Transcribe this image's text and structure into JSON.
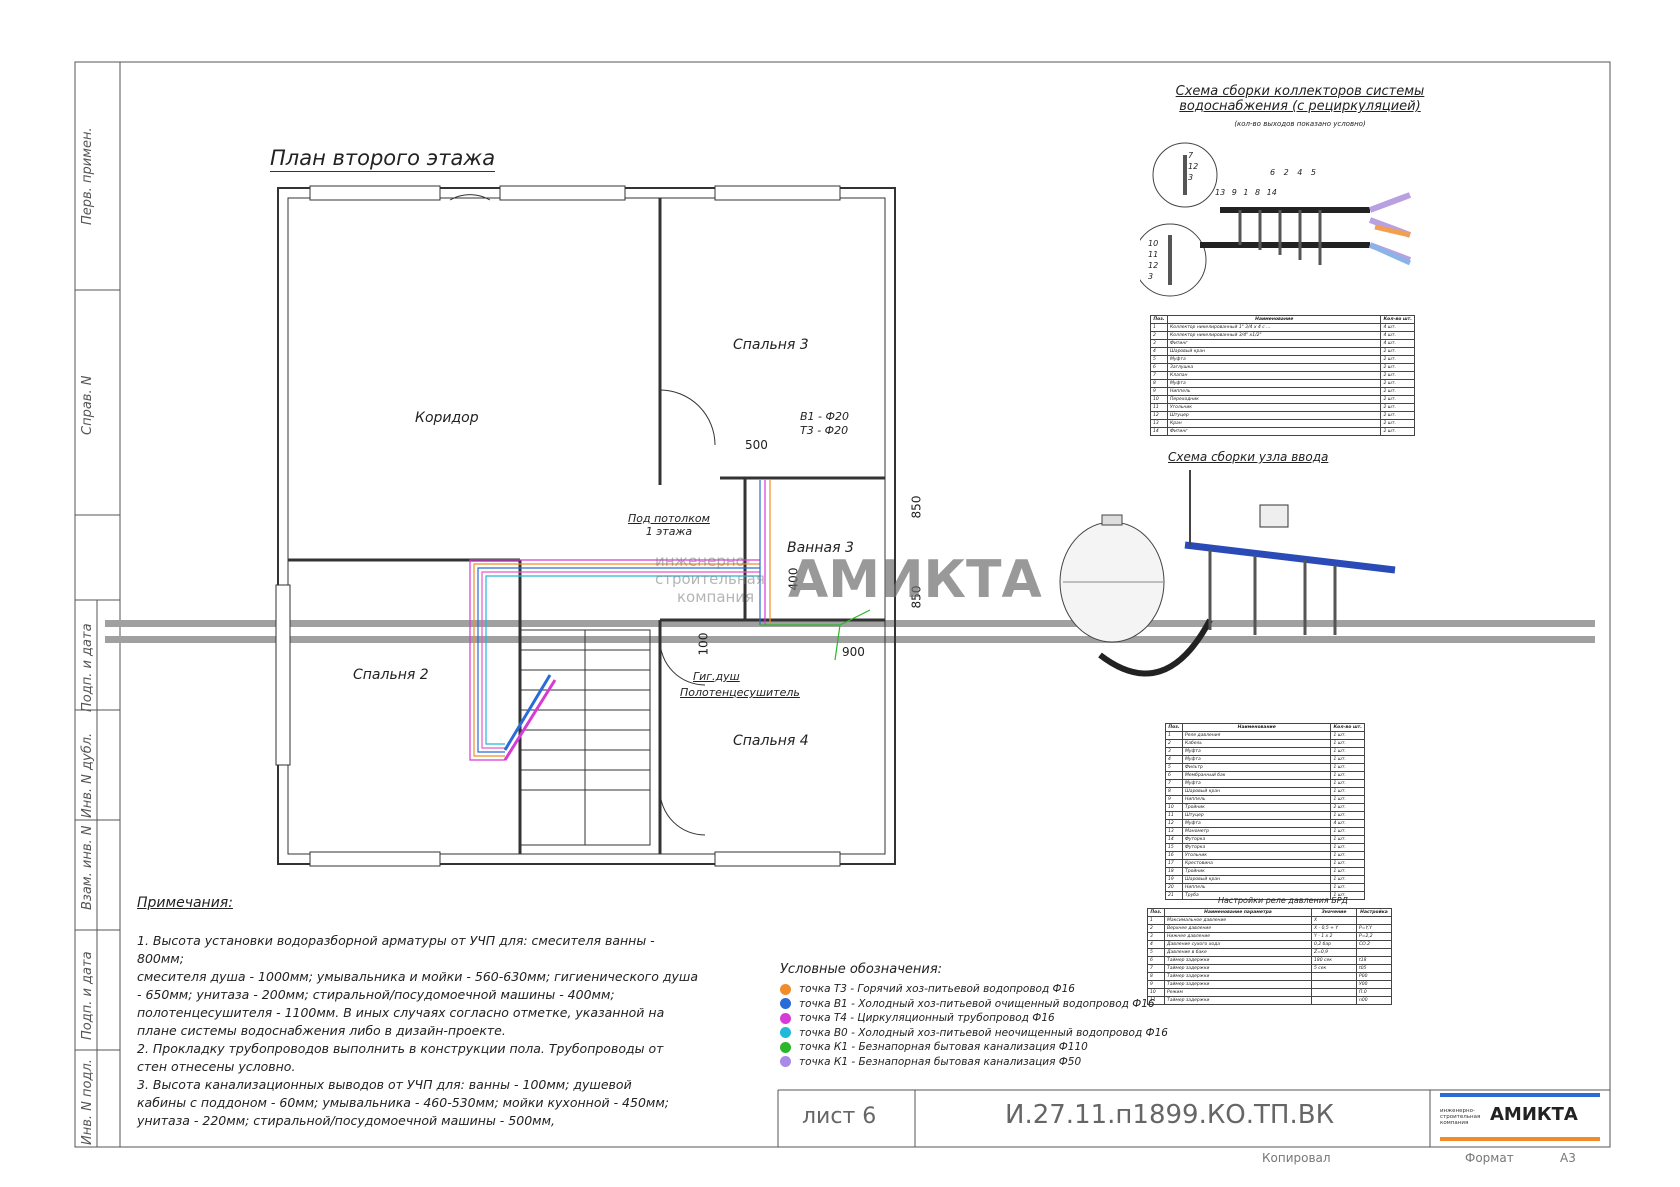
{
  "frame": {
    "side_labels": [
      "Перв. примен.",
      "Справ. N",
      "Подп. и дата",
      "Инв. N дубл.",
      "Взам. инв. N",
      "Подп. и дата",
      "Инв. N подл."
    ]
  },
  "plan": {
    "title": "План второго этажа",
    "rooms": {
      "corridor": "Коридор",
      "bedroom3": "Спальня 3",
      "bedroom2": "Спальня 2",
      "bedroom4": "Спальня 4",
      "bathroom3": "Ванная 3"
    },
    "labels": {
      "pipe_b1": "В1 - Ф20",
      "pipe_t3": "Т3 - Ф20",
      "under_ceiling_1": "Под потолком",
      "under_ceiling_2": "1 этажа",
      "hyg_shower": "Гиг.душ",
      "towel_dryer": "Полотенцесушитель"
    },
    "dims": {
      "d500": "500",
      "d850a": "850",
      "d850b": "850",
      "d400": "400",
      "d100": "100",
      "d900": "900"
    },
    "watermark": {
      "line1": "инженерно-",
      "line2": "строительная",
      "line3": "компания",
      "brand": "АМИКТА"
    }
  },
  "collector": {
    "title1": "Схема сборки коллекторов системы",
    "title2": "водоснабжения (с рециркуляцией)",
    "subtitle": "(кол-во выходов показано условно)",
    "callouts": [
      "7",
      "12",
      "3",
      "6",
      "2",
      "4",
      "5",
      "13",
      "9",
      "1",
      "8",
      "14",
      "10",
      "11",
      "12",
      "3"
    ],
    "table": {
      "headers": [
        "Поз.",
        "Наименование",
        "Кол-во шт."
      ],
      "rows": [
        [
          "1",
          "Коллектор никелированный 1\" 3/4 х 4 с ...",
          "4 шт."
        ],
        [
          "2",
          "Коллектор никелированный 3/4\" х1/2\"",
          "4 шт."
        ],
        [
          "3",
          "Фитинг",
          "4 шт."
        ],
        [
          "4",
          "Шаровый кран",
          "2 шт."
        ],
        [
          "5",
          "Муфта",
          "2 шт."
        ],
        [
          "6",
          "Заглушка",
          "2 шт."
        ],
        [
          "7",
          "Клапан",
          "2 шт."
        ],
        [
          "8",
          "Муфта",
          "2 шт."
        ],
        [
          "9",
          "Ниппель",
          "2 шт."
        ],
        [
          "10",
          "Переходник",
          "2 шт."
        ],
        [
          "11",
          "Угольник",
          "2 шт."
        ],
        [
          "12",
          "Штуцер",
          "2 шт."
        ],
        [
          "13",
          "Кран",
          "2 шт."
        ],
        [
          "14",
          "Фитинг",
          "2 шт."
        ]
      ]
    }
  },
  "input_node": {
    "title": "Схема сборки узла ввода",
    "table": {
      "headers": [
        "Поз.",
        "Наименование",
        "Кол-во шт."
      ],
      "rows": [
        [
          "1",
          "Реле давления",
          "1 шт."
        ],
        [
          "2",
          "Кабель",
          "1 шт."
        ],
        [
          "3",
          "Муфта",
          "1 шт."
        ],
        [
          "4",
          "Муфта",
          "1 шт."
        ],
        [
          "5",
          "Фильтр",
          "1 шт."
        ],
        [
          "6",
          "Мембранный бак",
          "1 шт."
        ],
        [
          "7",
          "Муфта",
          "1 шт."
        ],
        [
          "8",
          "Шаровый кран",
          "1 шт."
        ],
        [
          "9",
          "Ниппель",
          "1 шт."
        ],
        [
          "10",
          "Тройник",
          "2 шт."
        ],
        [
          "11",
          "Штуцер",
          "1 шт."
        ],
        [
          "12",
          "Муфта",
          "4 шт."
        ],
        [
          "13",
          "Манометр",
          "1 шт."
        ],
        [
          "14",
          "Футорка",
          "1 шт."
        ],
        [
          "15",
          "Футорка",
          "1 шт."
        ],
        [
          "16",
          "Угольник",
          "1 шт."
        ],
        [
          "17",
          "Крестовина",
          "1 шт."
        ],
        [
          "18",
          "Тройник",
          "1 шт."
        ],
        [
          "19",
          "Шаровый кран",
          "1 шт."
        ],
        [
          "20",
          "Ниппель",
          "1 шт."
        ],
        [
          "21",
          "Труба",
          "1 шт."
        ]
      ]
    },
    "pressure_title": "Настройки реле давления БРД",
    "pressure_table": {
      "headers": [
        "Поз.",
        "Наименование параметра",
        "Значение",
        "Настройка"
      ],
      "rows": [
        [
          "1",
          "Максимальное давление",
          "X",
          ""
        ],
        [
          "2",
          "Верхнее давление",
          "X - 0,5 + Y",
          "P=Y,Y"
        ],
        [
          "3",
          "Нижнее давление",
          "Y - 1 x 2",
          "P=2,2"
        ],
        [
          "4",
          "Давление сухого хода",
          "0,2 бар",
          "СО.2"
        ],
        [
          "5",
          "Давление в баке",
          "Z=0,9",
          ""
        ],
        [
          "6",
          "Таймер задержки",
          "180 сек",
          "t18"
        ],
        [
          "7",
          "Таймер задержки",
          "5 сек",
          "t05"
        ],
        [
          "8",
          "Таймер задержки",
          "",
          "P00"
        ],
        [
          "9",
          "Таймер задержки",
          "",
          "У00"
        ],
        [
          "10",
          "Режим",
          "",
          "П.0"
        ],
        [
          "11",
          "Таймер задержки",
          "",
          "n00"
        ]
      ]
    }
  },
  "notes": {
    "heading": "Примечания:",
    "lines": [
      "1.        Высота установки водоразборной арматуры от УЧП для: смесителя ванны -",
      "800мм;",
      "смесителя душа - 1000мм; умывальника и мойки - 560-630мм; гигиенического душа",
      "- 650мм; унитаза - 200мм; стиральной/посудомоечной машины - 400мм;",
      "полотенцесушителя - 1100мм. В иных случаях согласно отметке, указанной на",
      "плане системы водоснабжения либо в дизайн-проекте.",
      "2.        Прокладку трубопроводов выполнить в конструкции пола. Трубопроводы от",
      "стен отнесены условно.",
      "3.        Высота канализационных выводов от УЧП для: ванны - 100мм; душевой",
      "кабины с поддоном - 60мм; умывальника - 460-530мм; мойки кухонной - 450мм;",
      "унитаза - 220мм; стиральной/посудомоечной машины - 500мм,"
    ]
  },
  "legend": {
    "title": "Условные обозначения:",
    "items": [
      {
        "color": "#f28c28",
        "label": "точка Т3 - Горячий хоз-питьевой водопровод Ф16"
      },
      {
        "color": "#2a6bd8",
        "label": "точка В1 - Холодный хоз-питьевой очищенный водопровод Ф16"
      },
      {
        "color": "#d63bd6",
        "label": "точка Т4 - Циркуляционный трубопровод Ф16"
      },
      {
        "color": "#22b8d8",
        "label": "точка В0 - Холодный хоз-питьевой неочищенный водопровод Ф16"
      },
      {
        "color": "#2ab82a",
        "label": "точка К1 - Безнапорная бытовая канализация Ф110"
      },
      {
        "color": "#a98ae8",
        "label": "точка К1 - Безнапорная бытовая канализация Ф50"
      }
    ]
  },
  "title_block": {
    "sheet": "лист 6",
    "code": "И.27.11.п1899.КО.ТП.ВК",
    "logo_small1": "инженерно-",
    "logo_small2": "строительная",
    "logo_small3": "компания",
    "logo_brand": "АМИКТА",
    "copied": "Копировал",
    "format_label": "Формат",
    "format_value": "А3"
  }
}
